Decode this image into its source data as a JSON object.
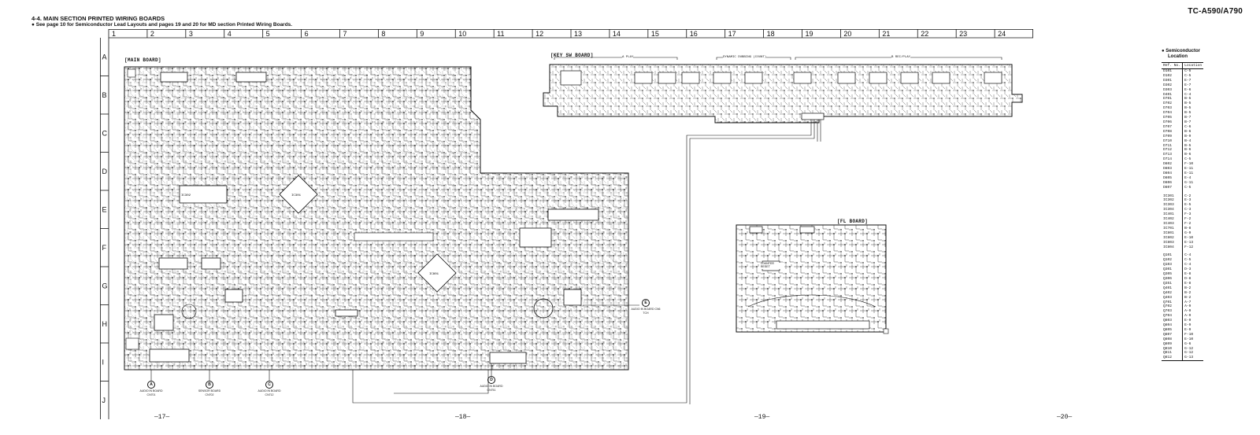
{
  "header": {
    "section_title": "4-4.  MAIN SECTION PRINTED WIRING BOARDS",
    "note": "● See page 10 for Semiconductor Lead Layouts and pages 19 and 20 for MD section Printed Wiring Boards.",
    "model": "TC-A590/A790"
  },
  "grid": {
    "columns": [
      "1",
      "2",
      "3",
      "4",
      "5",
      "6",
      "7",
      "8",
      "9",
      "10",
      "11",
      "12",
      "13",
      "14",
      "15",
      "16",
      "17",
      "18",
      "19",
      "20",
      "21",
      "22",
      "23",
      "24"
    ],
    "rows": [
      "A",
      "B",
      "C",
      "D",
      "E",
      "F",
      "G",
      "H",
      "I",
      "J"
    ]
  },
  "boards": {
    "main": "[MAIN BOARD]",
    "key_sw": "[KEY SW BOARD]",
    "fl": "[FL BOARD]"
  },
  "key_sw_tags": [
    "A PLAY",
    "DYNAMIC DUBBING (COUNT)",
    "B REC/PLAY"
  ],
  "fl_tags": [
    "COUNTER RESET"
  ],
  "connectors": [
    {
      "mark": "A",
      "text": "AUDIO IN BOARD CN701"
    },
    {
      "mark": "B",
      "text": "SENSOR BOARD CN702"
    },
    {
      "mark": "C",
      "text": "AUDIO IN BOARD CN712"
    },
    {
      "mark": "D",
      "text": "AUDIO IN BOARD CN751"
    },
    {
      "mark": "E",
      "text": "AUDIO IN BOARD CN6 TCH"
    }
  ],
  "page_numbers": [
    "—17—",
    "—18—",
    "—19—",
    "—20—"
  ],
  "legend": {
    "title_line1": "● Semiconductor",
    "title_line2": "Location",
    "col1": "Ref. No.",
    "col2": "Location",
    "groups": [
      [
        [
          "D101",
          "C-5"
        ],
        [
          "D102",
          "C-5"
        ],
        [
          "D301",
          "E-7"
        ],
        [
          "D302",
          "E-7"
        ],
        [
          "D303",
          "E-6"
        ],
        [
          "D401",
          "C-4"
        ],
        [
          "D701",
          "B-5"
        ],
        [
          "D702",
          "B-5"
        ],
        [
          "D703",
          "B-5"
        ],
        [
          "D704",
          "B-5"
        ],
        [
          "D705",
          "B-7"
        ],
        [
          "D706",
          "B-7"
        ],
        [
          "D707",
          "C-6"
        ],
        [
          "D708",
          "B-6"
        ],
        [
          "D709",
          "B-9"
        ],
        [
          "D710",
          "B-4"
        ],
        [
          "D711",
          "B-5"
        ],
        [
          "D712",
          "B-6"
        ],
        [
          "D713",
          "B-6"
        ],
        [
          "D714",
          "C-5"
        ],
        [
          "D802",
          "F-10"
        ],
        [
          "D803",
          "E-11"
        ],
        [
          "D804",
          "E-11"
        ],
        [
          "D805",
          "E-4"
        ],
        [
          "D806",
          "G-11"
        ],
        [
          "D807",
          "C-5"
        ]
      ],
      [
        [
          "IC301",
          "C-2"
        ],
        [
          "IC302",
          "E-3"
        ],
        [
          "IC303",
          "E-5"
        ],
        [
          "IC304",
          "C-3"
        ],
        [
          "IC401",
          "F-3"
        ],
        [
          "IC402",
          "F-2"
        ],
        [
          "IC403",
          "F-2"
        ],
        [
          "IC701",
          "B-8"
        ],
        [
          "IC801",
          "G-9"
        ],
        [
          "IC802",
          "E-10"
        ],
        [
          "IC803",
          "E-13"
        ],
        [
          "IC804",
          "F-12"
        ]
      ],
      [
        [
          "Q101",
          "C-4"
        ],
        [
          "Q102",
          "C-5"
        ],
        [
          "Q103",
          "C-4"
        ],
        [
          "Q301",
          "D-3"
        ],
        [
          "Q305",
          "E-8"
        ],
        [
          "Q306",
          "D-8"
        ],
        [
          "Q351",
          "E-8"
        ],
        [
          "Q401",
          "B-2"
        ],
        [
          "Q402",
          "B-2"
        ],
        [
          "Q403",
          "B-2"
        ],
        [
          "Q701",
          "A-7"
        ],
        [
          "Q702",
          "A-9"
        ],
        [
          "Q703",
          "A-9"
        ],
        [
          "Q704",
          "A-9"
        ],
        [
          "Q803",
          "E-9"
        ],
        [
          "Q804",
          "E-9"
        ],
        [
          "Q805",
          "E-9"
        ],
        [
          "Q807",
          "F-10"
        ],
        [
          "Q808",
          "E-10"
        ],
        [
          "Q809",
          "G-6"
        ],
        [
          "Q810",
          "G-12"
        ],
        [
          "Q811",
          "G-12"
        ],
        [
          "Q812",
          "G-13"
        ]
      ]
    ]
  }
}
